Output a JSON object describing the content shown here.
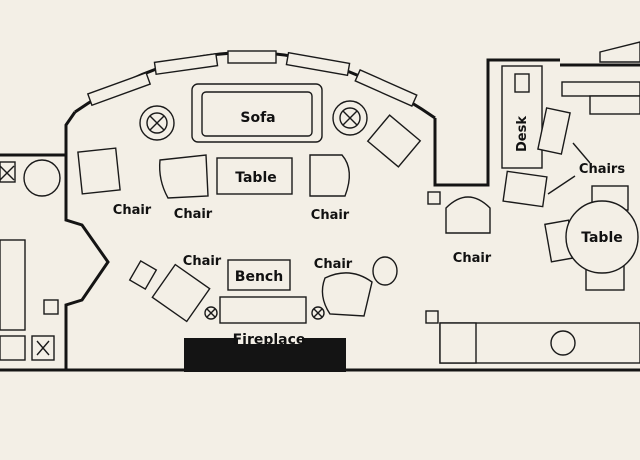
{
  "labels": {
    "sofa": "Sofa",
    "table_center": "Table",
    "chair_left_top": "Chair",
    "chair_left_mid": "Chair",
    "chair_center_right": "Chair",
    "chair_lower_left": "Chair",
    "bench": "Bench",
    "chair_lower_right": "Chair",
    "fireplace": "Fireplace",
    "chair_hall": "Chair",
    "desk": "Desk",
    "chairs_dining": "Chairs",
    "table_dining": "Table"
  },
  "colors": {
    "paper": "#f3efe6",
    "ink": "#141414"
  }
}
